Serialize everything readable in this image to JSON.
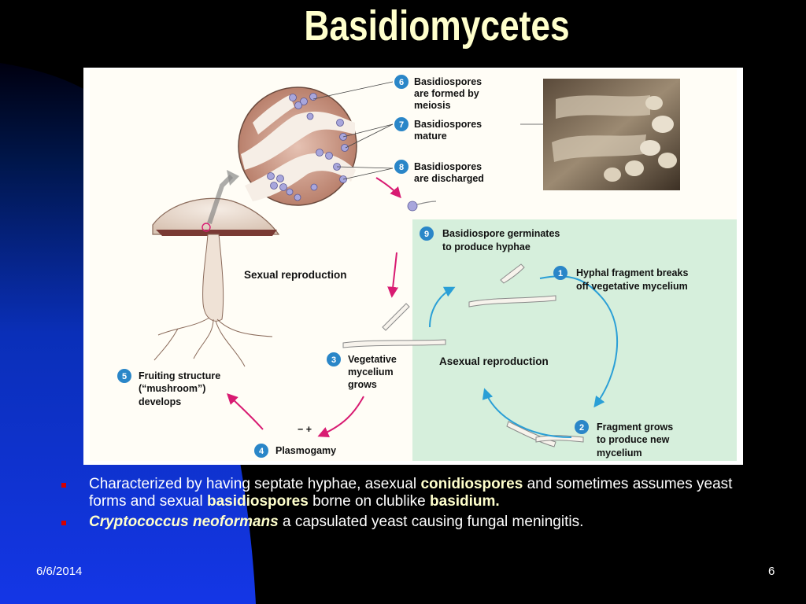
{
  "slide": {
    "title": "Basidiomycetes",
    "date": "6/6/2014",
    "page_number": "6"
  },
  "diagram": {
    "steps": [
      {
        "num": "6",
        "lines": [
          "Basidiospores",
          "are formed by",
          "meiosis"
        ]
      },
      {
        "num": "7",
        "lines": [
          "Basidiospores",
          "mature"
        ]
      },
      {
        "num": "8",
        "lines": [
          "Basidiospores",
          "are discharged"
        ]
      },
      {
        "num": "9",
        "lines": [
          "Basidiospore germinates",
          "to produce hyphae"
        ]
      },
      {
        "num": "1",
        "lines": [
          "Hyphal fragment breaks",
          "off vegetative mycelium"
        ]
      },
      {
        "num": "2",
        "lines": [
          "Fragment grows",
          "to produce new",
          "mycelium"
        ]
      },
      {
        "num": "3",
        "lines": [
          "Vegetative",
          "mycelium",
          "grows"
        ]
      },
      {
        "num": "4",
        "lines": [
          "Plasmogamy"
        ]
      },
      {
        "num": "5",
        "lines": [
          "Fruiting structure",
          "(“mushroom”)",
          "develops"
        ]
      }
    ],
    "sexual_label": "Sexual reproduction",
    "asexual_label": "Asexual reproduction",
    "plasmogamy_signs": "− +",
    "colors": {
      "asexual_panel": "#d6efdc",
      "sexual_arrow": "#d81b72",
      "asexual_arrow": "#2a9fd6",
      "step_circle": "#2a86c8",
      "spore": "#a8a6dc"
    }
  },
  "bullets": [
    {
      "parts": [
        {
          "text": "Characterized by having septate hyphae, asexual ",
          "style": "plain"
        },
        {
          "text": "conidiospores",
          "style": "hl"
        },
        {
          "text": " and sometimes assumes yeast forms and sexual ",
          "style": "plain"
        },
        {
          "text": "basidiospores",
          "style": "hl"
        },
        {
          "text": " borne on clublike ",
          "style": "plain"
        },
        {
          "text": "basidium.",
          "style": "hl"
        }
      ]
    },
    {
      "parts": [
        {
          "text": "Cryptococcus neoformans",
          "style": "ital"
        },
        {
          "text": " a capsulated yeast causing fungal meningitis.",
          "style": "plain"
        }
      ]
    }
  ]
}
